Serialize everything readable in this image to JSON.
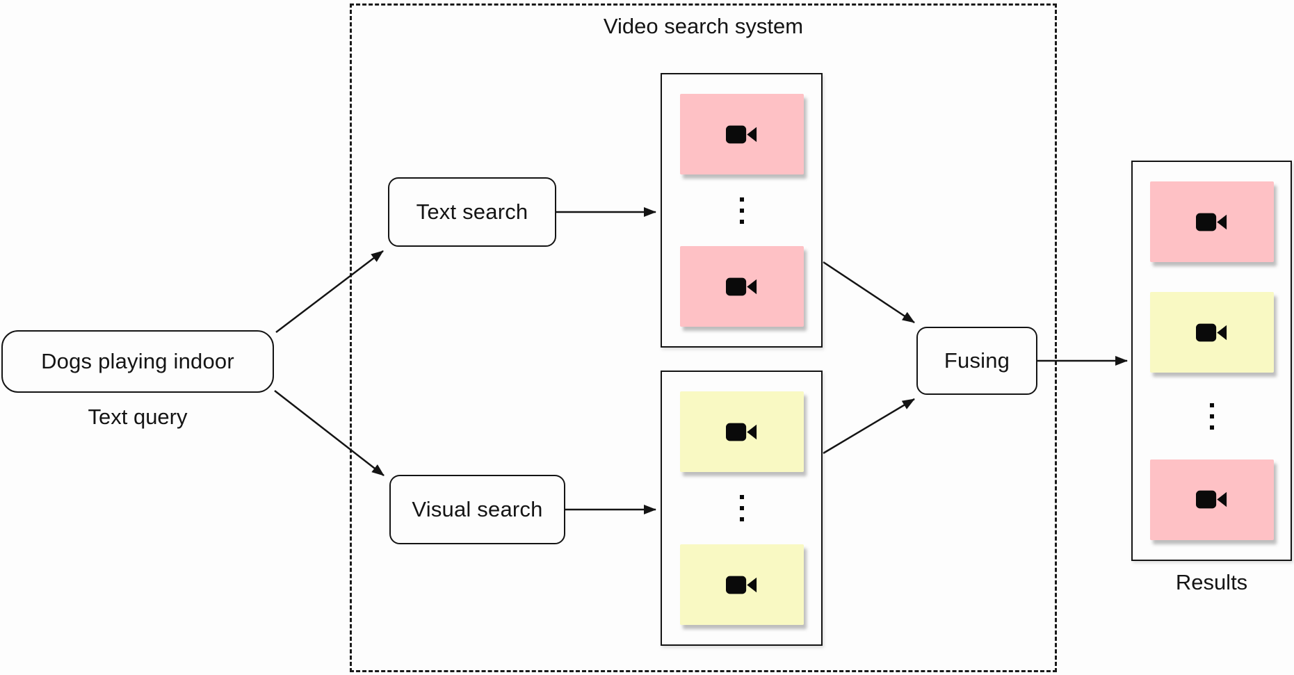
{
  "query_box": {
    "label": "Dogs playing indoor"
  },
  "query_caption": "Text query",
  "system": {
    "title": "Video search system",
    "text_search_label": "Text search",
    "visual_search_label": "Visual search",
    "fusing_label": "Fusing"
  },
  "results_caption": "Results",
  "colors": {
    "pink_card": "#fec1c5",
    "yellow_card": "#f9f9c3",
    "stroke": "#141414",
    "icon": "#0a0a0a"
  },
  "icons": {
    "card_icon": "video-camera-icon",
    "separator_icon": "vertical-ellipsis"
  },
  "columns": {
    "text_results": [
      "pink",
      "dots",
      "pink"
    ],
    "visual_results": [
      "yellow",
      "dots",
      "yellow"
    ],
    "final_results": [
      "pink",
      "yellow",
      "dots",
      "pink"
    ]
  }
}
